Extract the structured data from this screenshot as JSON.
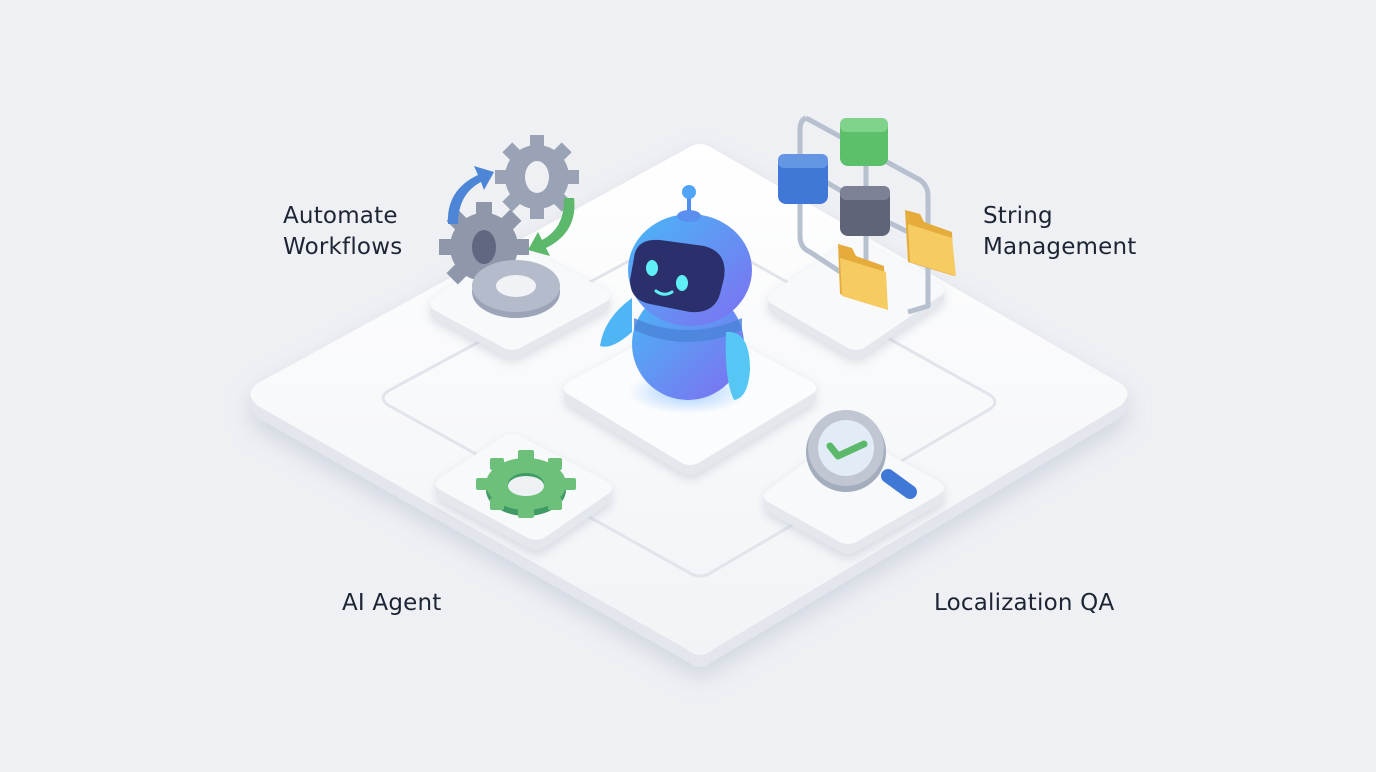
{
  "diagram": {
    "center": {
      "name": "AI robot",
      "icon": "robot-icon"
    },
    "nodes": [
      {
        "id": "automate-workflows",
        "label": "Automate\nWorkflows",
        "icon": "gears-cycle-icon",
        "position": "top-left"
      },
      {
        "id": "string-management",
        "label": "String\nManagement",
        "icon": "cube-network-folders-icon",
        "position": "top-right"
      },
      {
        "id": "ai-agent",
        "label": "AI Agent",
        "icon": "green-gear-icon",
        "position": "bottom-left"
      },
      {
        "id": "localization-qa",
        "label": "Localization QA",
        "icon": "magnifier-check-icon",
        "position": "bottom-right"
      }
    ]
  },
  "colors": {
    "background": "#eef0f4",
    "platform": "#f7f8fa",
    "robot_blue": "#4f9cf5",
    "robot_purple": "#7b6ff0",
    "robot_face": "#2b2f6b",
    "robot_eyes": "#5ff0f5",
    "gear_gray": "#9aa3b5",
    "gear_green": "#5db36e",
    "arrow_blue": "#4d86d6",
    "arrow_green": "#5cb86a",
    "cube_blue": "#3f78d6",
    "cube_green": "#5cbf6a",
    "cube_gray": "#5f6478",
    "folder_yellow": "#f2c65a",
    "text": "#1d2433"
  }
}
